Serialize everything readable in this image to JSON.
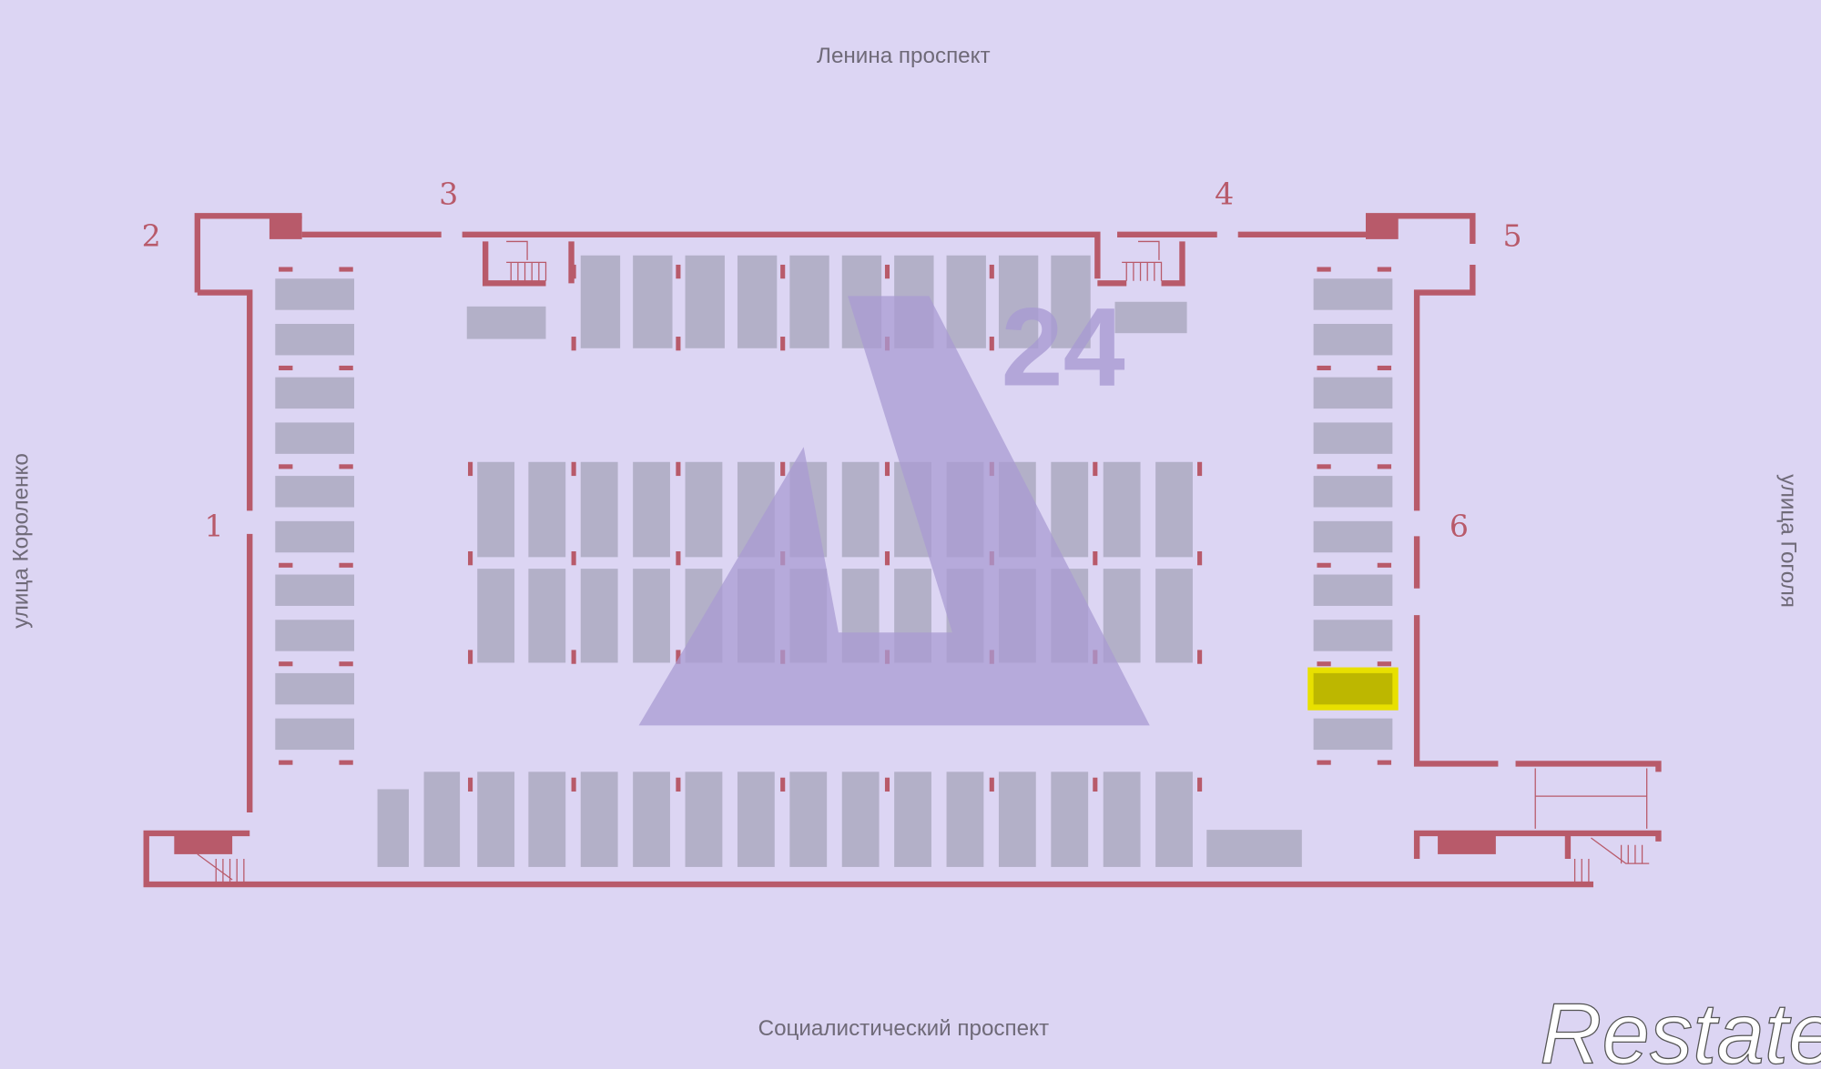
{
  "streets": {
    "north": "Ленина проспект",
    "south": "Социалистический проспект",
    "west": "улица Короленко",
    "east": "улица Гоголя"
  },
  "entrances": [
    "1",
    "2",
    "3",
    "4",
    "5",
    "6"
  ],
  "watermark": "24",
  "logo": "Restate",
  "colors": {
    "background": "#dcd5f3",
    "walls": "#b85a6a",
    "spot": "#b3b0c8",
    "highlight": "#bdb700"
  },
  "highlighted_spot": {
    "column": "right",
    "row": 9
  }
}
